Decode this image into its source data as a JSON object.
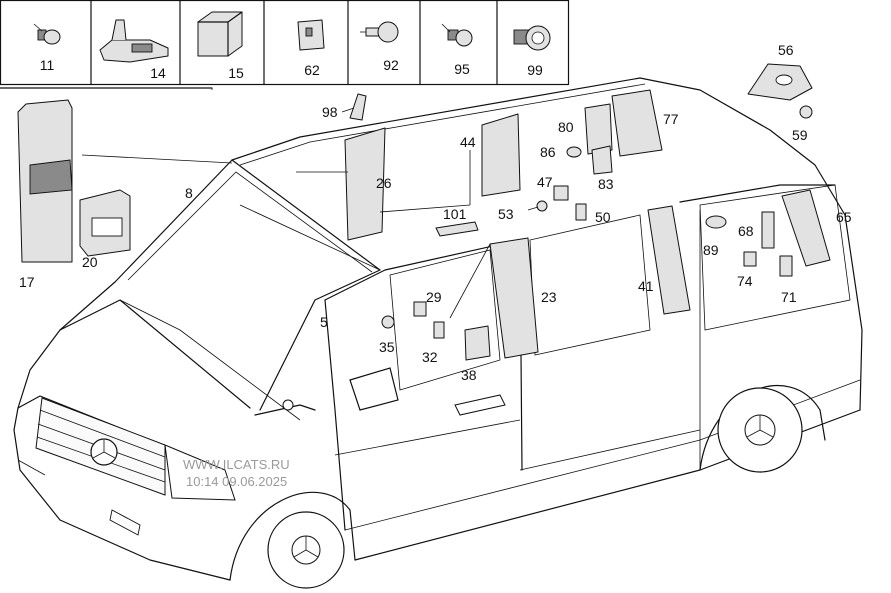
{
  "legend": {
    "cells": [
      "11",
      "14",
      "15",
      "62",
      "92",
      "95",
      "99"
    ]
  },
  "callouts": {
    "c98": "98",
    "c44": "44",
    "c80": "80",
    "c77": "77",
    "c56": "56",
    "c59": "59",
    "c86": "86",
    "c83": "83",
    "c26": "26",
    "c8": "8",
    "c47": "47",
    "c53": "53",
    "c50": "50",
    "c101": "101",
    "c65": "65",
    "c68": "68",
    "c89": "89",
    "c74": "74",
    "c71": "71",
    "c41": "41",
    "c23": "23",
    "c17": "17",
    "c20": "20",
    "c5": "5",
    "c29": "29",
    "c35": "35",
    "c32": "32",
    "c38": "38"
  },
  "watermark": {
    "line1": "WWW.ILCATS.RU",
    "line2": "10:14 09.06.2025"
  }
}
